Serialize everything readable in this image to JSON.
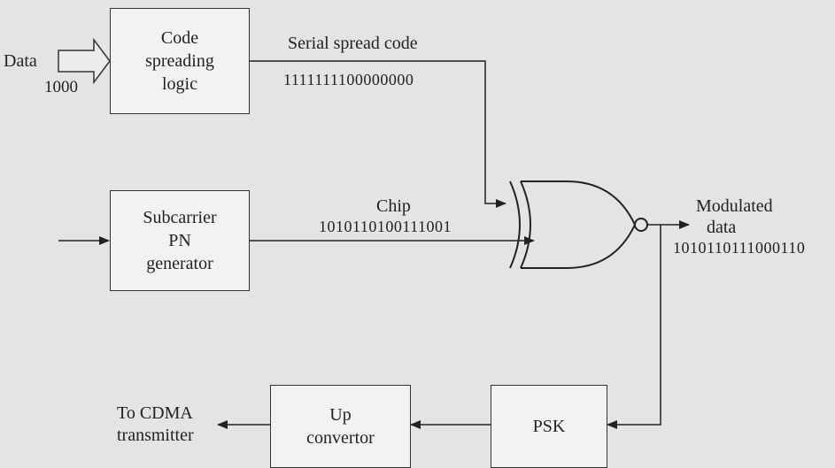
{
  "diagram": {
    "input": {
      "label": "Data",
      "value": "1000"
    },
    "blocks": {
      "code_spreading": [
        "Code",
        "spreading",
        "logic"
      ],
      "pn_generator": [
        "Subcarrier",
        "PN",
        "generator"
      ],
      "psk": [
        "PSK"
      ],
      "up_convertor": [
        "Up",
        "convertor"
      ]
    },
    "signals": {
      "serial_spread_code": {
        "label": "Serial spread code",
        "bits": "1111111100000000"
      },
      "chip": {
        "label": "Chip",
        "bits": "1010110100111001"
      },
      "modulated": {
        "label_line1": "Modulated",
        "label_line2": "data",
        "bits": "1010110111000110"
      }
    },
    "output": {
      "line1": "To CDMA",
      "line2": "transmitter"
    }
  }
}
